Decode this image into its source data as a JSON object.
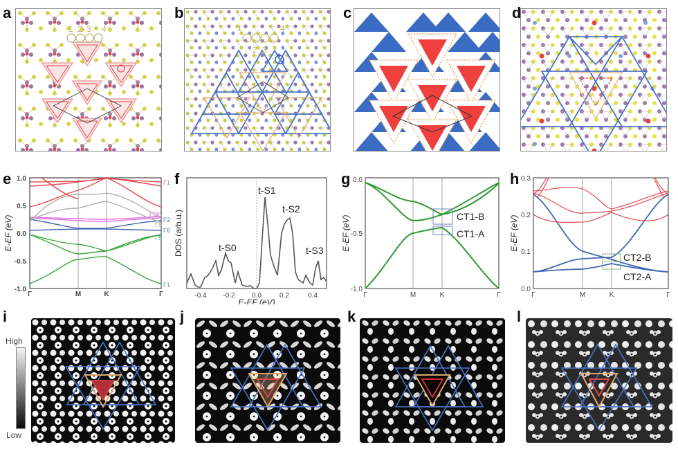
{
  "panels": {
    "a": {
      "label": "a",
      "site_labels": [
        "1",
        "2",
        "3",
        "4"
      ]
    },
    "b": {
      "label": "b",
      "site_labels_top": [
        "1",
        "4"
      ],
      "site_labels_bottom": [
        "2",
        "3"
      ]
    },
    "c": {
      "label": "c"
    },
    "d": {
      "label": "d"
    },
    "e": {
      "label": "e"
    },
    "f": {
      "label": "f"
    },
    "g": {
      "label": "g"
    },
    "h": {
      "label": "h"
    },
    "i": {
      "label": "i"
    },
    "j": {
      "label": "j"
    },
    "k": {
      "label": "k"
    },
    "l": {
      "label": "l"
    }
  },
  "colorbar": {
    "high": "High",
    "low": "Low"
  },
  "colors": {
    "red_band": "#e8484f",
    "gray_band": "#a8a8a8",
    "magenta_band": "#e46fe0",
    "blue_band": "#3f67b4",
    "green_band": "#2e9a32",
    "blue_triangle": "#3b6cc4",
    "red_triangle": "#f0403e",
    "orange_dots": "#e8a14a",
    "atom_yellow": "#d6d24a",
    "atom_purple": "#9b72a8",
    "atom_red": "#e3443f",
    "atom_blue": "#7ea4e0"
  },
  "chart_data": [
    {
      "panel": "e",
      "type": "line",
      "title": "",
      "xlabel": "",
      "ylabel": "E-E_F (eV)",
      "x_ticks": [
        "Γ",
        "M",
        "K",
        "Γ"
      ],
      "y_ticks": [
        "1.0",
        "0.5",
        "0.0",
        "-0.5",
        "-1.0"
      ],
      "ylim": [
        -1.0,
        1.0
      ],
      "right_labels": [
        {
          "text": "Γ1",
          "y": 0.93,
          "color": "#a8a8a8"
        },
        {
          "text": "Γ3/6",
          "y": 0.29,
          "color": "#e46fe0"
        },
        {
          "text": "Γ2",
          "y": 0.23,
          "color": "#3f67b4"
        },
        {
          "text": "Γ5",
          "y": 0.17,
          "color": "#a8a8a8"
        },
        {
          "text": "Γ6",
          "y": 0.05,
          "color": "#3f67b4"
        },
        {
          "text": "Γ5",
          "y": -0.08,
          "color": "#5aa0a0"
        },
        {
          "text": "Γ1",
          "y": -0.92,
          "color": "#5aa0a0"
        }
      ],
      "series": [
        {
          "name": "green-1",
          "color": "#2e9a32",
          "x": [
            0,
            1,
            1.5,
            2.5
          ],
          "y": [
            -0.92,
            -0.48,
            -0.43,
            -0.92
          ]
        },
        {
          "name": "green-2",
          "color": "#2e9a32",
          "x": [
            0,
            1,
            1.5,
            2.5
          ],
          "y": [
            -0.02,
            -0.38,
            -0.32,
            -0.02
          ]
        },
        {
          "name": "green-3",
          "color": "#2e9a32",
          "x": [
            0,
            1,
            1.5,
            2.5
          ],
          "y": [
            -0.02,
            -0.2,
            -0.33,
            -0.04
          ]
        },
        {
          "name": "blue-flat",
          "color": "#3f67b4",
          "x": [
            0,
            1,
            1.5,
            2.5
          ],
          "y": [
            0.05,
            0.07,
            0.07,
            0.05
          ]
        },
        {
          "name": "blue-2",
          "color": "#3f67b4",
          "x": [
            0,
            1,
            1.5,
            2.5
          ],
          "y": [
            0.25,
            0.09,
            0.09,
            0.23
          ]
        },
        {
          "name": "magenta",
          "color": "#e46fe0",
          "x": [
            0,
            1,
            1.5,
            2.5
          ],
          "y": [
            0.27,
            0.23,
            0.21,
            0.27
          ]
        },
        {
          "name": "gray-1",
          "color": "#a8a8a8",
          "x": [
            0,
            1,
            1.5,
            2.5
          ],
          "y": [
            0.22,
            0.45,
            0.57,
            0.2
          ]
        },
        {
          "name": "gray-2",
          "color": "#a8a8a8",
          "x": [
            0,
            1,
            1.5,
            2.5
          ],
          "y": [
            0.2,
            0.7,
            0.72,
            0.27
          ]
        },
        {
          "name": "red-1",
          "color": "#e8484f",
          "x": [
            0,
            1,
            1.5,
            2.5
          ],
          "y": [
            0.48,
            0.78,
            1.0,
            0.48
          ]
        },
        {
          "name": "red-2",
          "color": "#e8484f",
          "x": [
            0,
            1,
            1.5,
            2.5
          ],
          "y": [
            0.85,
            0.93,
            1.0,
            0.85
          ]
        },
        {
          "name": "red-3",
          "color": "#e8484f",
          "x": [
            0,
            1,
            1.5,
            2.5
          ],
          "y": [
            0.93,
            0.94,
            0.98,
            0.92
          ]
        }
      ]
    },
    {
      "panel": "f",
      "type": "line",
      "title": "",
      "xlabel": "E-E_F (eV)",
      "ylabel": "DOS (arb.u.)",
      "x_ticks": [
        "-0.4",
        "-0.2",
        "0.0",
        "0.2",
        "0.4"
      ],
      "xlim": [
        -0.5,
        0.5
      ],
      "annotations": [
        "t-S0",
        "t-S1",
        "t-S2",
        "t-S3"
      ],
      "series": [
        {
          "name": "DOS",
          "color": "#555555",
          "x": [
            -0.5,
            -0.47,
            -0.44,
            -0.42,
            -0.4,
            -0.37,
            -0.35,
            -0.32,
            -0.29,
            -0.27,
            -0.25,
            -0.22,
            -0.2,
            -0.18,
            -0.15,
            -0.13,
            -0.1,
            -0.07,
            -0.04,
            -0.02,
            0.0,
            0.02,
            0.04,
            0.06,
            0.08,
            0.1,
            0.12,
            0.15,
            0.18,
            0.2,
            0.22,
            0.24,
            0.26,
            0.28,
            0.3,
            0.33,
            0.35,
            0.38,
            0.4,
            0.42,
            0.44,
            0.46,
            0.48,
            0.5
          ],
          "y": [
            0.05,
            0.13,
            0.03,
            0.01,
            0.01,
            0.1,
            0.11,
            0.17,
            0.25,
            0.12,
            0.17,
            0.32,
            0.25,
            0.23,
            0.05,
            0.15,
            0.03,
            0.02,
            0.03,
            0.0,
            0.0,
            0.05,
            0.45,
            0.82,
            0.58,
            0.3,
            0.22,
            0.12,
            0.5,
            0.58,
            0.62,
            0.64,
            0.5,
            0.15,
            0.08,
            0.05,
            0.12,
            0.05,
            0.03,
            0.18,
            0.25,
            0.08,
            0.1,
            0.06
          ]
        }
      ],
      "fermi_line": 0.0
    },
    {
      "panel": "g",
      "type": "line",
      "title": "",
      "xlabel": "",
      "ylabel": "E-E_F (eV)",
      "x_ticks": [
        "Γ",
        "M",
        "K",
        "Γ"
      ],
      "y_ticks": [
        "0.0",
        "-0.5",
        "-1.0"
      ],
      "ylim": [
        -1.0,
        0.0
      ],
      "annotations": [
        "CT1-B",
        "CT1-A"
      ],
      "series": [
        {
          "name": "band-1",
          "color": "#2e9a32",
          "x": [
            0,
            1,
            1.5,
            2.5
          ],
          "y": [
            -1.0,
            -0.5,
            -0.45,
            -1.0
          ]
        },
        {
          "name": "band-2",
          "color": "#2e9a32",
          "x": [
            0,
            1,
            1.5,
            2.5
          ],
          "y": [
            -0.05,
            -0.39,
            -0.33,
            -0.05
          ]
        },
        {
          "name": "band-3",
          "color": "#2e9a32",
          "x": [
            0,
            1,
            1.5,
            2.5
          ],
          "y": [
            -0.05,
            -0.21,
            -0.33,
            -0.06
          ]
        }
      ]
    },
    {
      "panel": "h",
      "type": "line",
      "title": "",
      "xlabel": "",
      "ylabel": "E-E_F (eV)",
      "x_ticks": [
        "Γ",
        "M",
        "K",
        "Γ"
      ],
      "y_ticks": [
        "0.3",
        "0.2",
        "0.1",
        "0.0"
      ],
      "ylim": [
        0.0,
        0.3
      ],
      "annotations": [
        "CT2-B",
        "CT2-A"
      ],
      "series": [
        {
          "name": "blue-1",
          "color": "#3f67b4",
          "x": [
            0,
            1,
            1.5,
            2.5
          ],
          "y": [
            0.255,
            0.1,
            0.08,
            0.045
          ]
        },
        {
          "name": "blue-2",
          "color": "#3f67b4",
          "x": [
            0,
            1,
            1.5,
            2.5
          ],
          "y": [
            0.045,
            0.08,
            0.085,
            0.255
          ]
        },
        {
          "name": "blue-3",
          "color": "#3f67b4",
          "x": [
            0,
            1,
            1.5,
            2.5
          ],
          "y": [
            0.045,
            0.052,
            0.068,
            0.045
          ]
        },
        {
          "name": "red-1",
          "color": "#e8484f",
          "x": [
            0,
            1,
            1.5,
            2.5
          ],
          "y": [
            0.265,
            0.27,
            0.215,
            0.265
          ]
        },
        {
          "name": "red-2",
          "color": "#e8484f",
          "x": [
            0,
            1,
            1.5,
            2.5
          ],
          "y": [
            0.26,
            0.205,
            0.21,
            0.26
          ]
        },
        {
          "name": "red-3",
          "color": "#e8484f",
          "x": [
            0,
            1,
            1.5,
            2.5
          ],
          "y": [
            0.2,
            0.18,
            0.207,
            0.2
          ]
        }
      ]
    }
  ],
  "plot_text": {
    "e": {
      "ylabel": "E-EF (eV)",
      "yt": [
        "1.0",
        "0.5",
        "0.0",
        "-0.5",
        "-1.0"
      ],
      "xt": [
        "Γ",
        "M",
        "K",
        "Γ"
      ],
      "r1": "Γ1",
      "r36": "Γ3/6",
      "r2": "Γ2",
      "r5a": "Γ5",
      "r6": "Γ6",
      "r5b": "Γ5",
      "r1b": "Γ1"
    },
    "f": {
      "ylabel": "DOS (arb.u.)",
      "xlabel": "E-EF (eV)",
      "xt": [
        "-0.4",
        "-0.2",
        "0.0",
        "0.2",
        "0.4"
      ],
      "s0": "t-S0",
      "s1": "t-S1",
      "s2": "t-S2",
      "s3": "t-S3"
    },
    "g": {
      "ylabel": "E-EF (eV)",
      "yt": [
        "0.0",
        "-0.5",
        "-1.0"
      ],
      "xt": [
        "Γ",
        "M",
        "K",
        "Γ"
      ],
      "b": "CT1-B",
      "a": "CT1-A"
    },
    "h": {
      "ylabel": "E-EF (eV)",
      "yt": [
        "0.3",
        "0.2",
        "0.1",
        "0.0"
      ],
      "xt": [
        "Γ",
        "M",
        "K",
        "Γ"
      ],
      "b": "CT2-B",
      "a": "CT2-A"
    }
  }
}
